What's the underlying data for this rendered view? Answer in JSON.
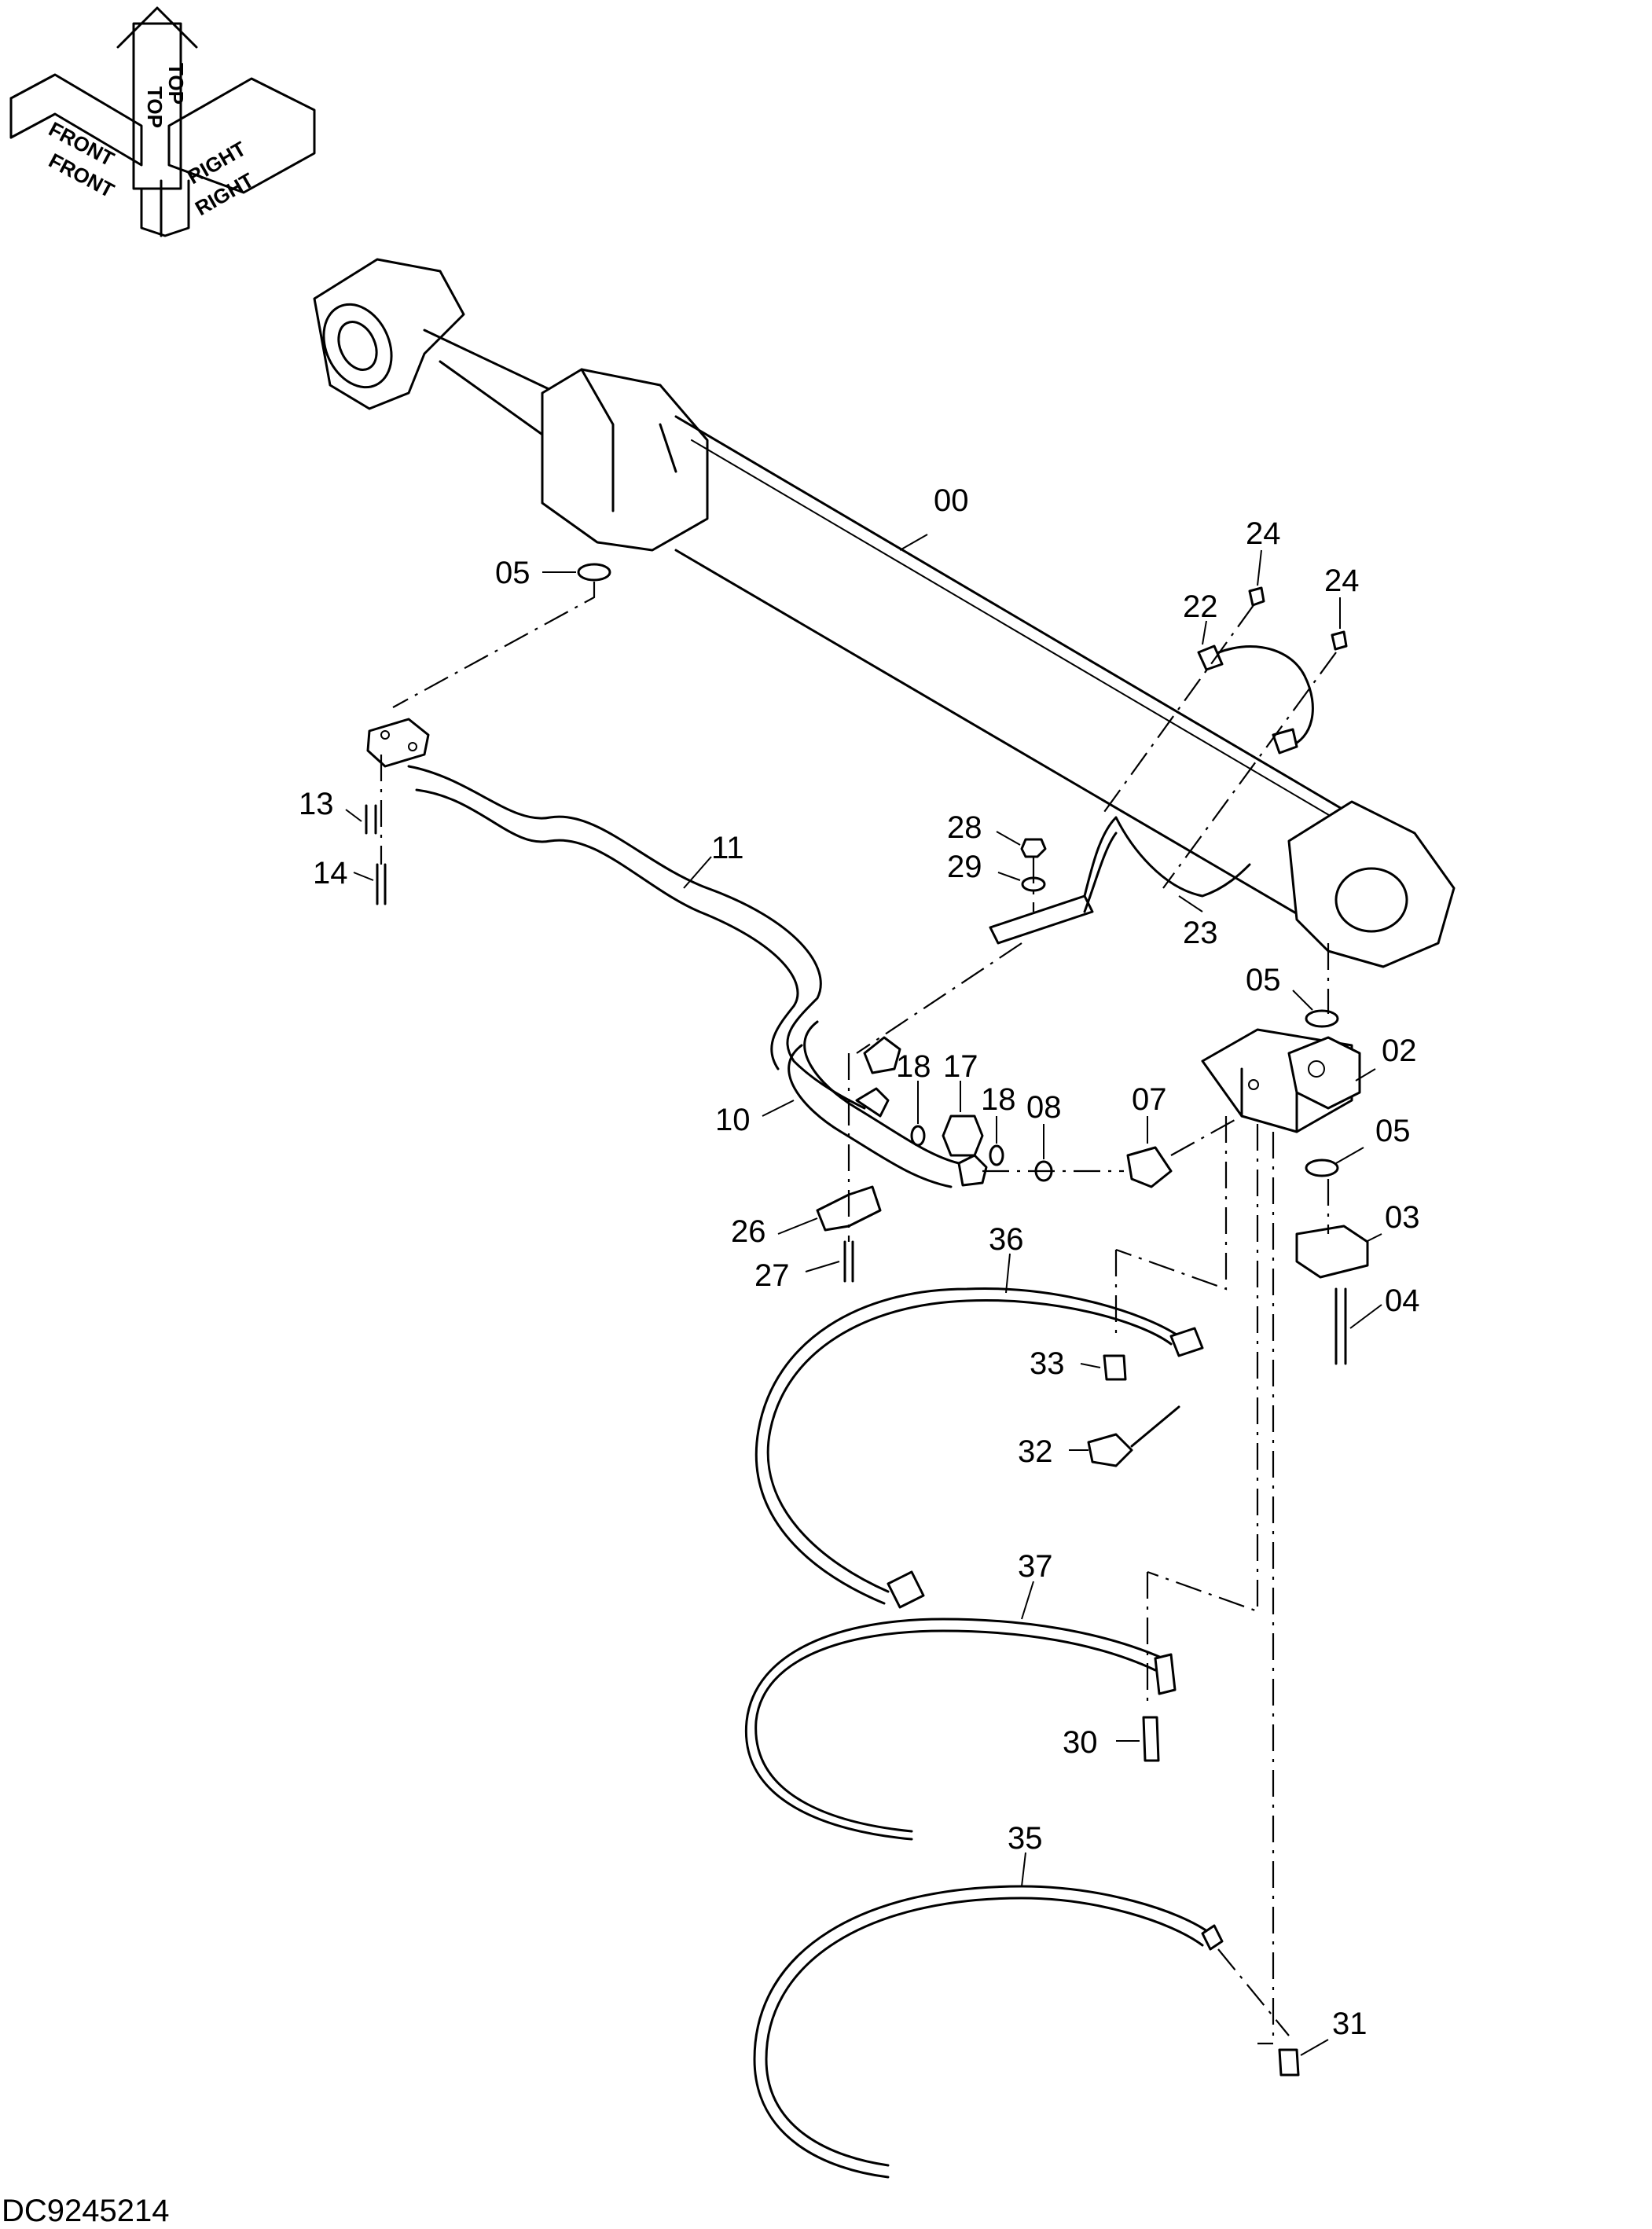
{
  "drawing_code": "DC9245214",
  "orientation": {
    "labels": [
      "FRONT",
      "FRONT",
      "TOP",
      "TOP",
      "RIGHT",
      "RIGHT"
    ]
  },
  "callouts": {
    "c00": "00",
    "c02": "02",
    "c03": "03",
    "c04": "04",
    "c05a": "05",
    "c05b": "05",
    "c05c": "05",
    "c07": "07",
    "c08": "08",
    "c10": "10",
    "c11": "11",
    "c13": "13",
    "c14": "14",
    "c17": "17",
    "c18a": "18",
    "c18b": "18",
    "c22": "22",
    "c23": "23",
    "c24a": "24",
    "c24b": "24",
    "c26": "26",
    "c27": "27",
    "c28": "28",
    "c29": "29",
    "c30": "30",
    "c31": "31",
    "c32": "32",
    "c33": "33",
    "c35": "35",
    "c36": "36",
    "c37": "37"
  }
}
